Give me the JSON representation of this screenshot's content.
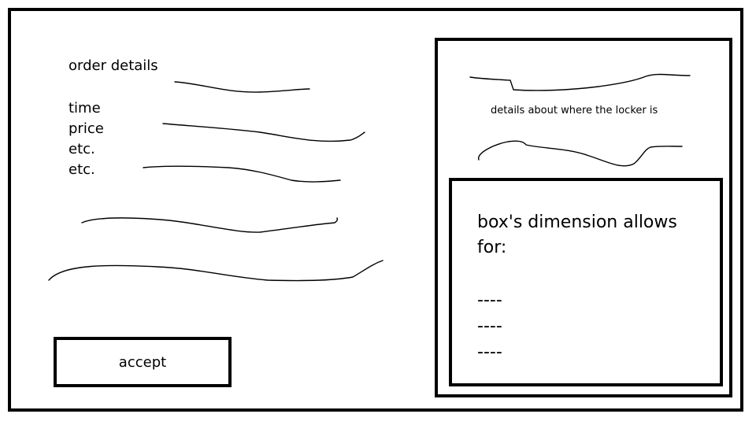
{
  "order": {
    "title": "order details",
    "fields": [
      "time",
      "price",
      "etc.",
      "etc."
    ]
  },
  "actions": {
    "accept_label": "accept"
  },
  "locker": {
    "location_text": "details about where the locker is"
  },
  "box": {
    "dimension_title": "box's dimension allows for:",
    "items": [
      "----",
      "----",
      "----"
    ]
  }
}
